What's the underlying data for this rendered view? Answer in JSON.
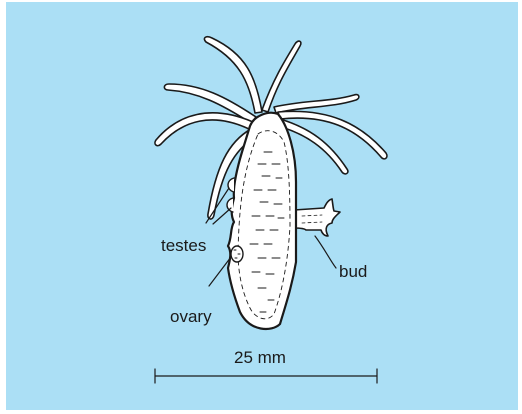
{
  "labels": {
    "testes": "testes",
    "ovary": "ovary",
    "bud": "bud",
    "scale": "25 mm"
  },
  "colors": {
    "background": "#abdff5",
    "body_fill": "#ffffff",
    "outline": "#1a1a1a"
  }
}
